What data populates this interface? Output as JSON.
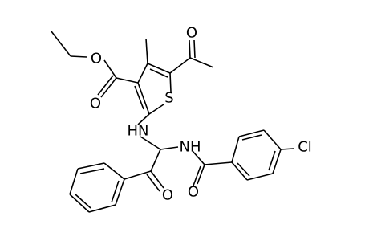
{
  "labels": {
    "O": "O",
    "S": "S",
    "HN": "HN",
    "NH": "NH",
    "Cl": "Cl"
  }
}
